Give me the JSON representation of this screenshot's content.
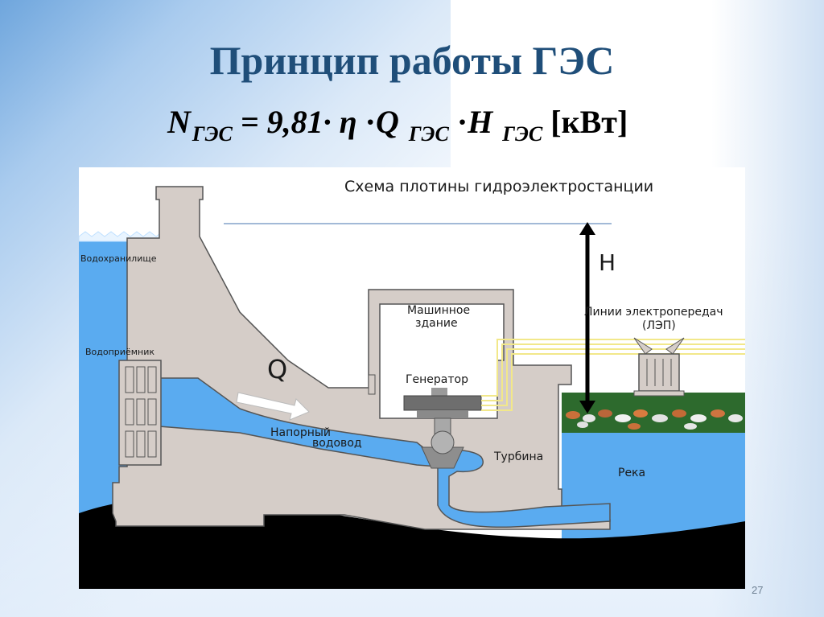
{
  "slide": {
    "title": "Принцип работы ГЭС",
    "page_number": "27"
  },
  "formula": {
    "n": "N",
    "n_sub": "ГЭС",
    "eq_const": "= 9,81·",
    "eta": "η",
    "dot1": "·",
    "q": "Q",
    "q_sub": "ГЭС",
    "dot2": "·",
    "h": "H",
    "h_sub": "ГЭС",
    "unit": "[кВт]"
  },
  "diagram": {
    "caption": "Схема плотины гидроэлектростанции",
    "labels": {
      "reservoir": "Водохранилище",
      "intake": "Водоприёмник",
      "flow": "Q",
      "penstock_line1": "Напорный",
      "penstock_line2": "водовод",
      "powerhouse_line1": "Машинное",
      "powerhouse_line2": "здание",
      "generator": "Генератор",
      "turbine": "Турбина",
      "head": "H",
      "power_lines_line1": "Линии электропередач",
      "power_lines_line2": "(ЛЭП)",
      "river": "Река"
    },
    "colors": {
      "water": "#5aabf0",
      "concrete": "#d5cdc8",
      "ground": "#000000",
      "grass": "#2d6a2d",
      "outline": "#555555"
    }
  }
}
